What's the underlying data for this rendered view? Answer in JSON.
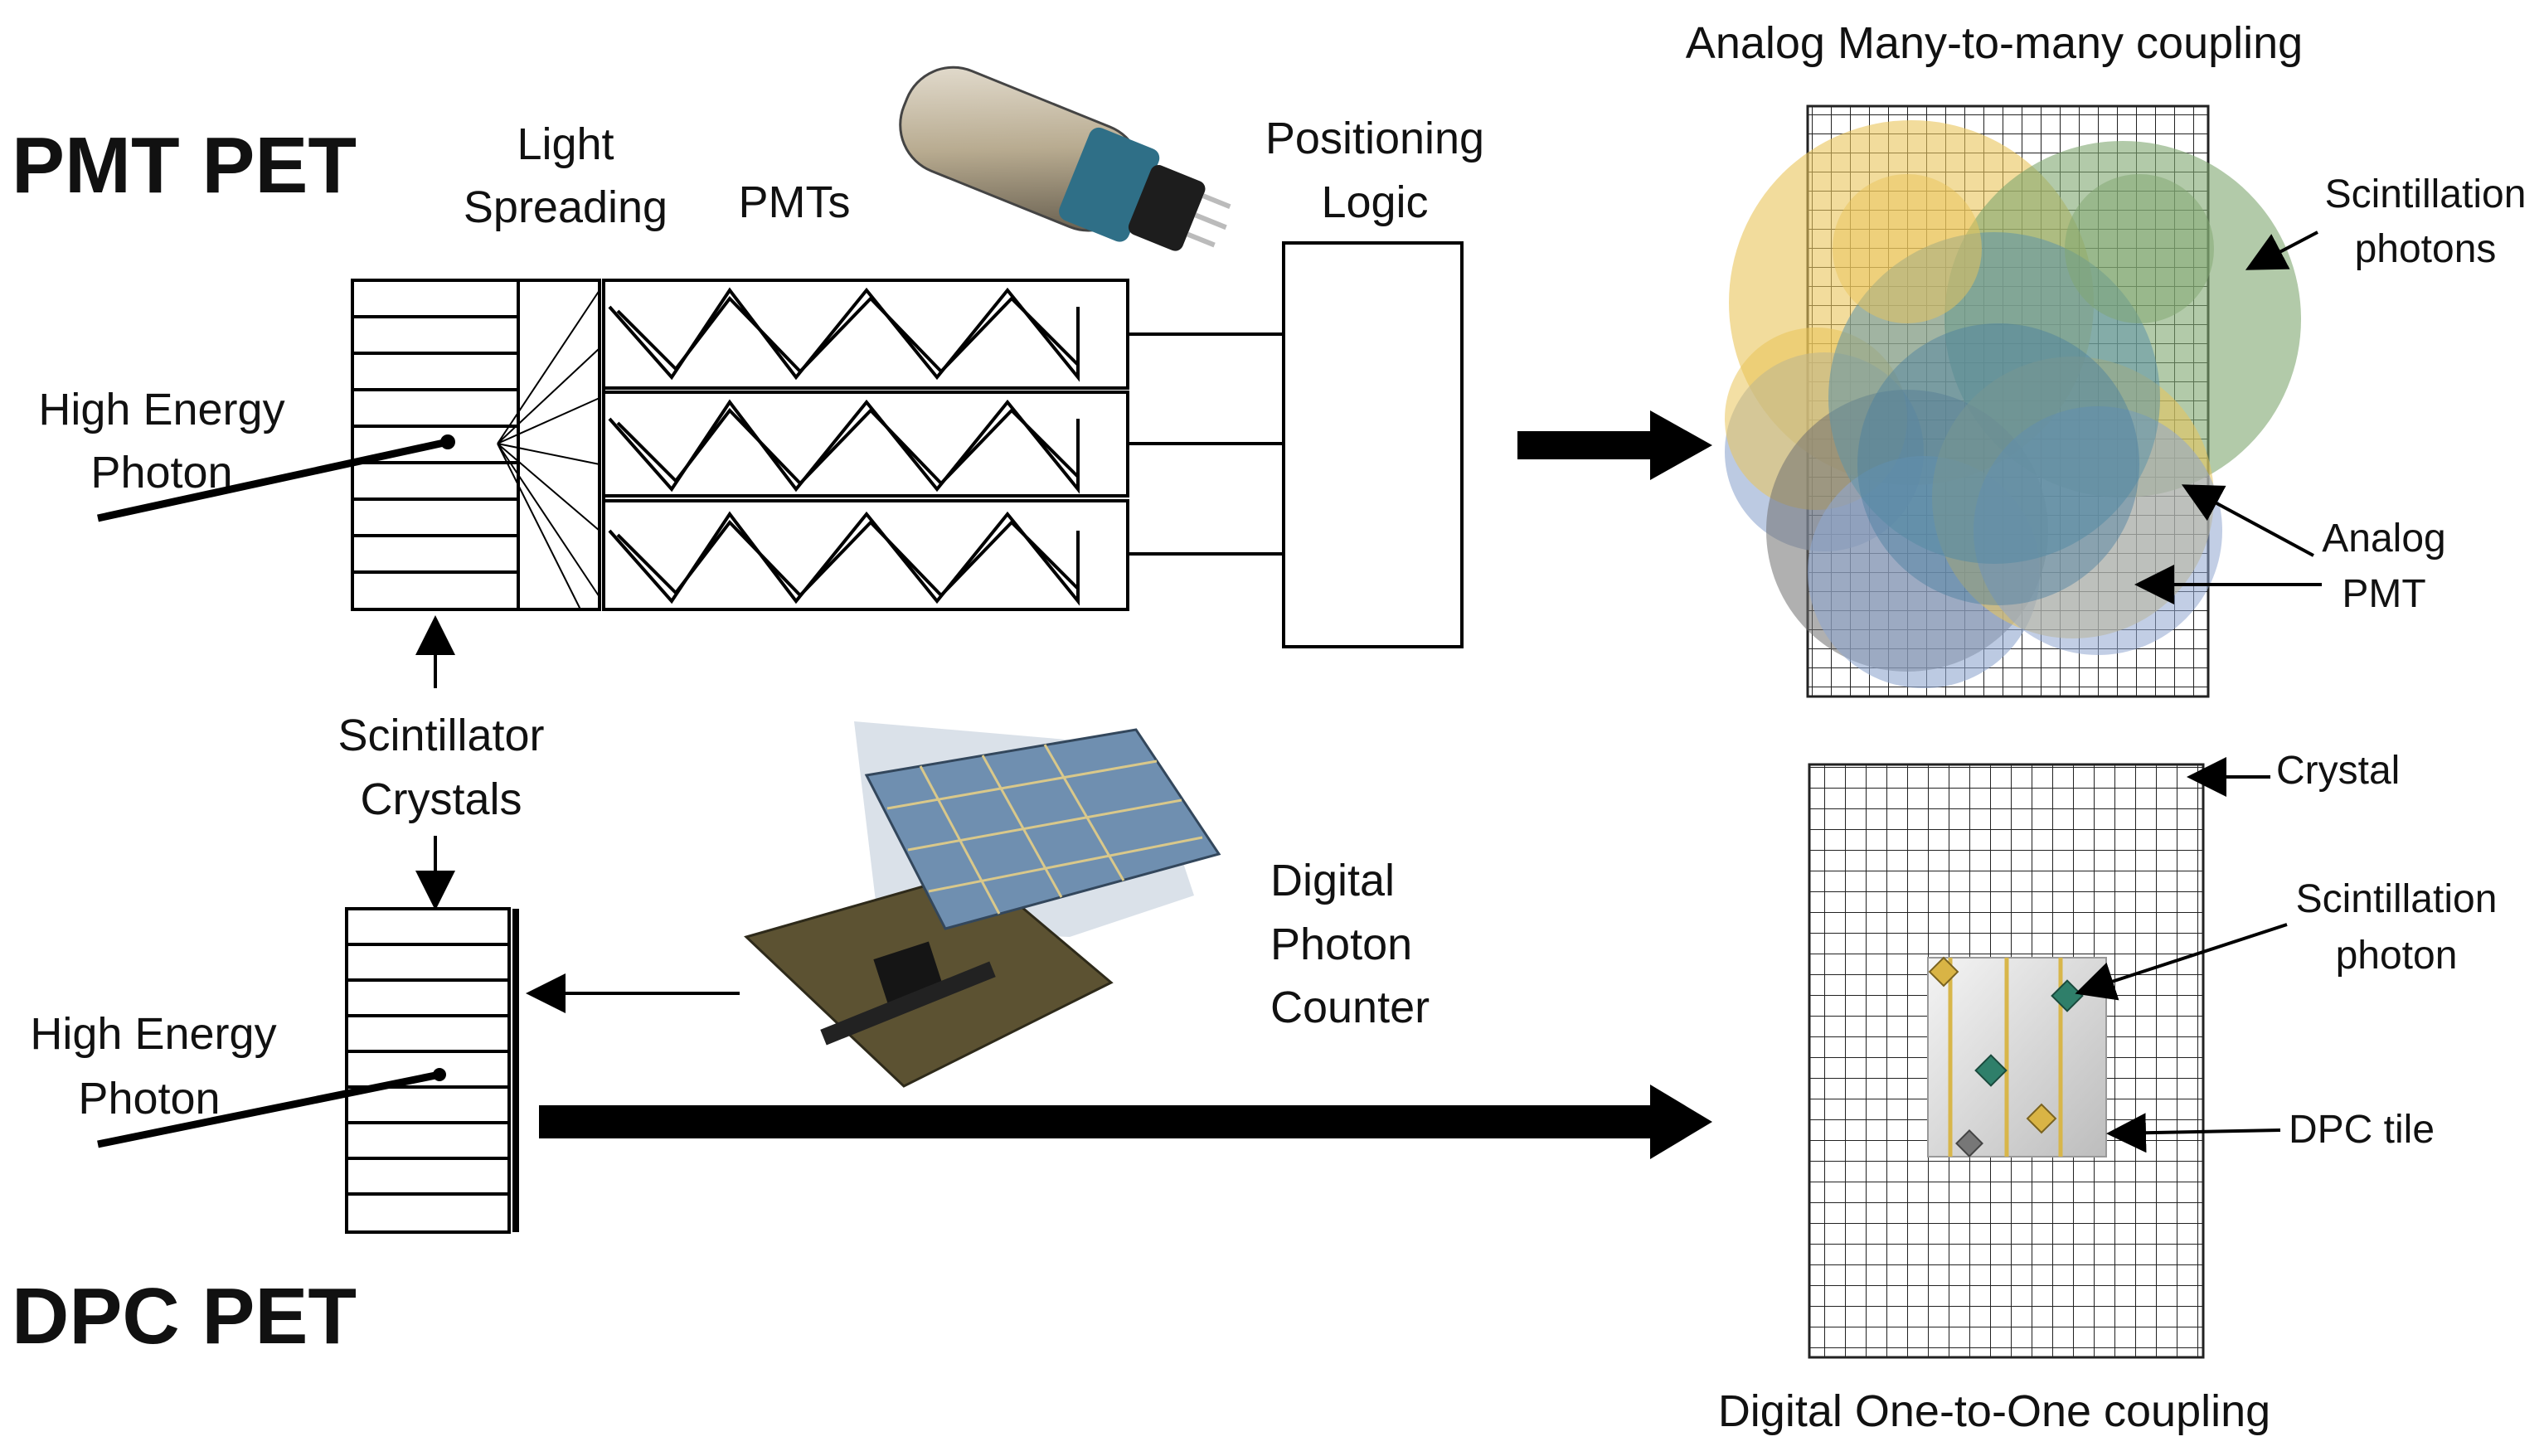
{
  "pmt_section": {
    "title": "PMT PET",
    "light_spreading": [
      "Light",
      "Spreading"
    ],
    "pmts": "PMTs",
    "positioning_logic": [
      "Positioning",
      "Logic"
    ],
    "high_energy_photon": [
      "High Energy",
      "Photon"
    ]
  },
  "scintillator_crystals": [
    "Scintillator",
    "Crystals"
  ],
  "dpc_section": {
    "title": "DPC PET",
    "digital_photon_counter": [
      "Digital",
      "Photon",
      "Counter"
    ],
    "high_energy_photon": [
      "High Energy",
      "Photon"
    ]
  },
  "analog_panel": {
    "title": "Analog Many-to-many coupling",
    "scintillation_photons": [
      "Scintillation",
      "photons"
    ],
    "analog_pmt": [
      "Analog",
      "PMT"
    ]
  },
  "digital_panel": {
    "title": "Digital One-to-One coupling",
    "crystal": "Crystal",
    "scintillation_photon": [
      "Scintillation",
      "photon"
    ],
    "dpc_tile": "DPC tile"
  },
  "colors": {
    "yellow_circle": "#e9c45a",
    "green_circle": "#7fa66f",
    "blue_circle": "#8fa6cf",
    "grey_circle": "#6f6f6f",
    "teal_circle": "#5f93a8",
    "dpc_board": "#5a5030",
    "dpc_tiles": "#7f9fbf"
  }
}
